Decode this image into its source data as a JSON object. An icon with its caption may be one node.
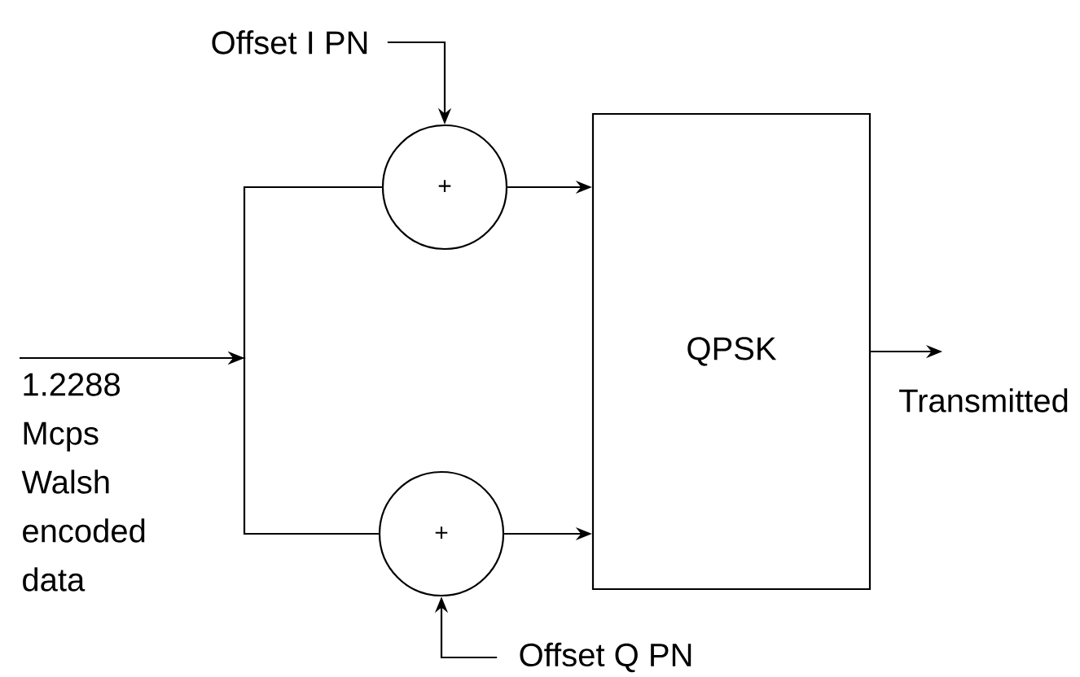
{
  "diagram": {
    "nodes": [
      {
        "text": [
          "Offset I PN"
        ]
      },
      {
        "text": [
          "+"
        ]
      },
      {
        "text": [
          "QPSK"
        ]
      },
      {
        "text": [
          "1.2288 Mcps Walsh encoded data"
        ]
      },
      {
        "text": [
          "+"
        ]
      },
      {
        "text": [
          "Offset Q PN"
        ]
      },
      {
        "text": [
          "Transmitted"
        ]
      }
    ],
    "edges": [
      {
        "from": 0,
        "to": 1,
        "arrow": "to"
      },
      {
        "from": 3,
        "to": 1,
        "arrow": "to"
      },
      {
        "from": 3,
        "to": 4,
        "arrow": "to"
      },
      {
        "from": 1,
        "to": 2,
        "arrow": "to"
      },
      {
        "from": 4,
        "to": 2,
        "arrow": "to"
      },
      {
        "from": 5,
        "to": 4,
        "arrow": "to"
      },
      {
        "from": 2,
        "to": 6,
        "arrow": "to"
      }
    ]
  }
}
